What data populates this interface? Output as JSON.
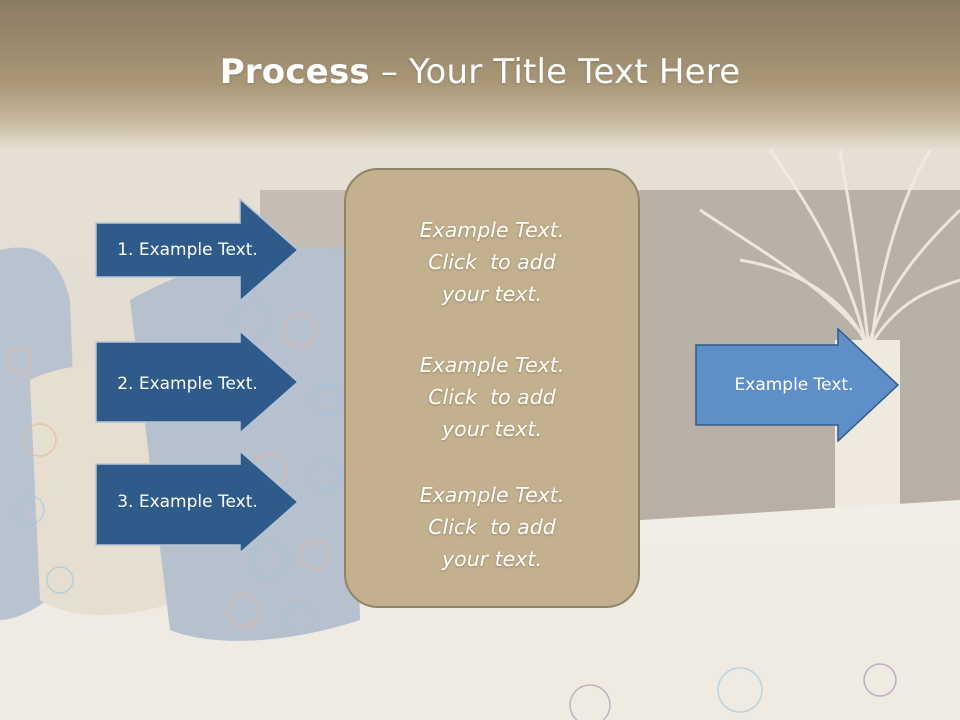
{
  "title": {
    "bold": "Process",
    "rest": " – Your Title Text Here"
  },
  "left_arrows": [
    {
      "label": "1. Example Text."
    },
    {
      "label": "2. Example Text."
    },
    {
      "label": "3. Example Text."
    }
  ],
  "center_items": [
    {
      "lines": [
        "Example Text.",
        "Click  to add",
        "your text."
      ]
    },
    {
      "lines": [
        "Example Text.",
        "Click  to add",
        "your text."
      ]
    },
    {
      "lines": [
        "Example Text.",
        "Click  to add",
        "your text."
      ]
    }
  ],
  "right_arrow": {
    "label": "Example Text."
  },
  "colors": {
    "title_band": "#a89676",
    "arrow_dark_blue": "#2f5b8a",
    "arrow_light_blue": "#5f8fc8",
    "center_box": "#c2b08e"
  }
}
